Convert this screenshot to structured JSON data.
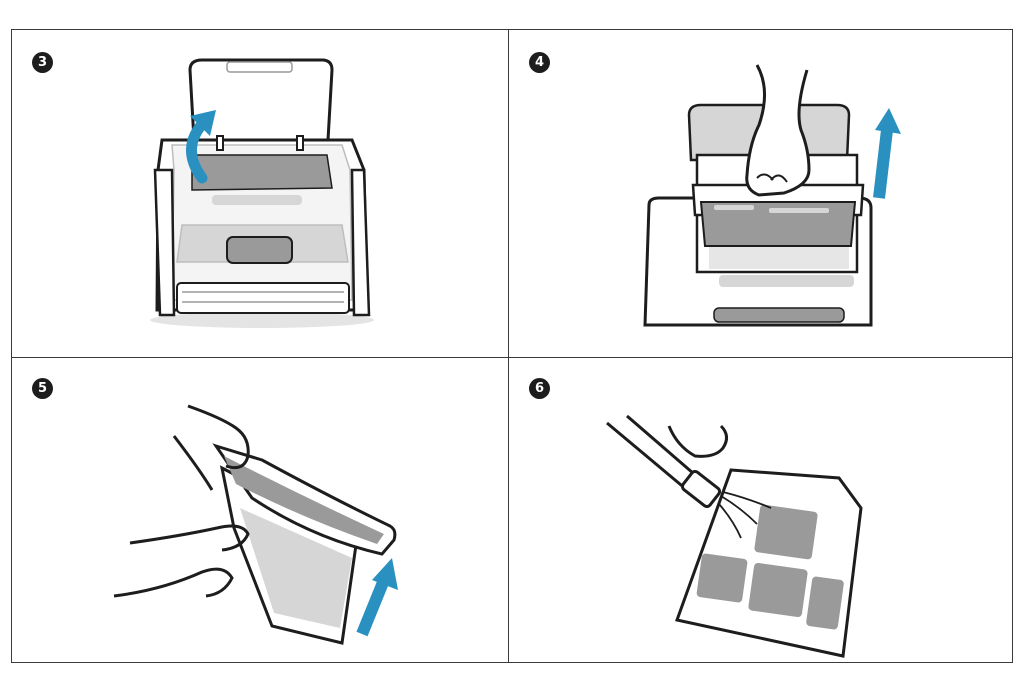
{
  "steps": [
    {
      "number": "3",
      "icon": "open-lid-illustration"
    },
    {
      "number": "4",
      "icon": "lift-filter-illustration"
    },
    {
      "number": "5",
      "icon": "open-filter-basket-illustration"
    },
    {
      "number": "6",
      "icon": "rinse-filter-illustration"
    }
  ],
  "colors": {
    "arrow": "#2a90c0",
    "line": "#1d1d1d",
    "grey": "#9a9a9a",
    "light_grey": "#d6d6d6"
  }
}
